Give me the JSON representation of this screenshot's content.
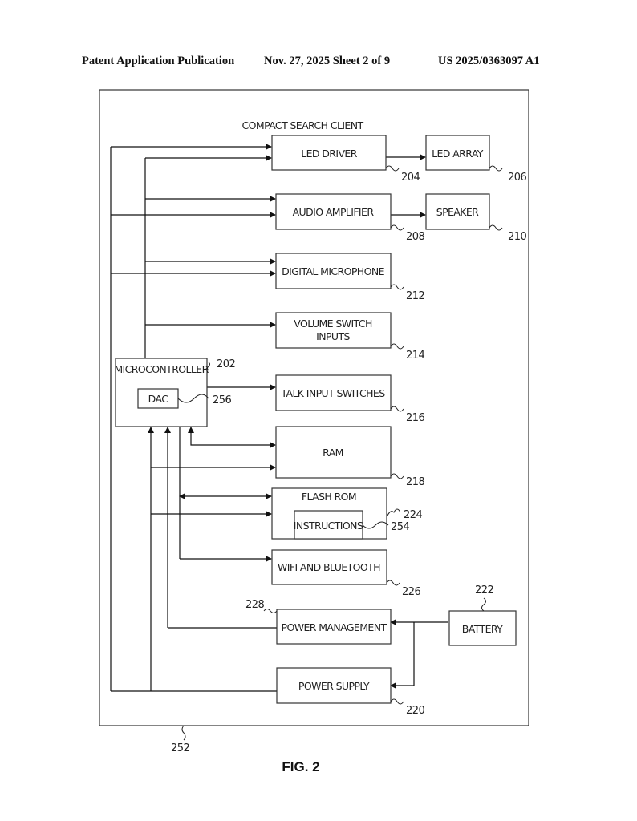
{
  "header": {
    "publication": "Patent Application Publication",
    "date_sheet": "Nov. 27, 2025  Sheet 2 of 9",
    "number": "US 2025/0363097 A1"
  },
  "diagram": {
    "title": "COMPACT SEARCH CLIENT",
    "enclosure_ref": "252",
    "blocks": {
      "led_driver": {
        "label": "LED DRIVER",
        "ref": "204"
      },
      "led_array": {
        "label": "LED ARRAY",
        "ref": "206"
      },
      "audio_amplifier": {
        "label": "AUDIO AMPLIFIER",
        "ref": "208"
      },
      "speaker": {
        "label": "SPEAKER",
        "ref": "210"
      },
      "digital_microphone": {
        "label": "DIGITAL MICROPHONE",
        "ref": "212"
      },
      "volume_switch": {
        "label_line1": "VOLUME SWITCH",
        "label_line2": "INPUTS",
        "ref": "214"
      },
      "microcontroller": {
        "label": "MICROCONTROLLER",
        "ref": "202"
      },
      "dac": {
        "label": "DAC",
        "ref": "256"
      },
      "talk_input": {
        "label": "TALK INPUT SWITCHES",
        "ref": "216"
      },
      "ram": {
        "label": "RAM",
        "ref": "218"
      },
      "flash_rom": {
        "label": "FLASH ROM",
        "ref": "224"
      },
      "instructions": {
        "label": "INSTRUCTIONS",
        "ref": "254"
      },
      "wifi_bt": {
        "label": "WIFI AND BLUETOOTH",
        "ref": "226"
      },
      "power_management": {
        "label": "POWER MANAGEMENT",
        "ref": "228"
      },
      "battery": {
        "label": "BATTERY",
        "ref": "222"
      },
      "power_supply": {
        "label": "POWER SUPPLY",
        "ref": "220"
      }
    }
  },
  "caption": "FIG. 2"
}
